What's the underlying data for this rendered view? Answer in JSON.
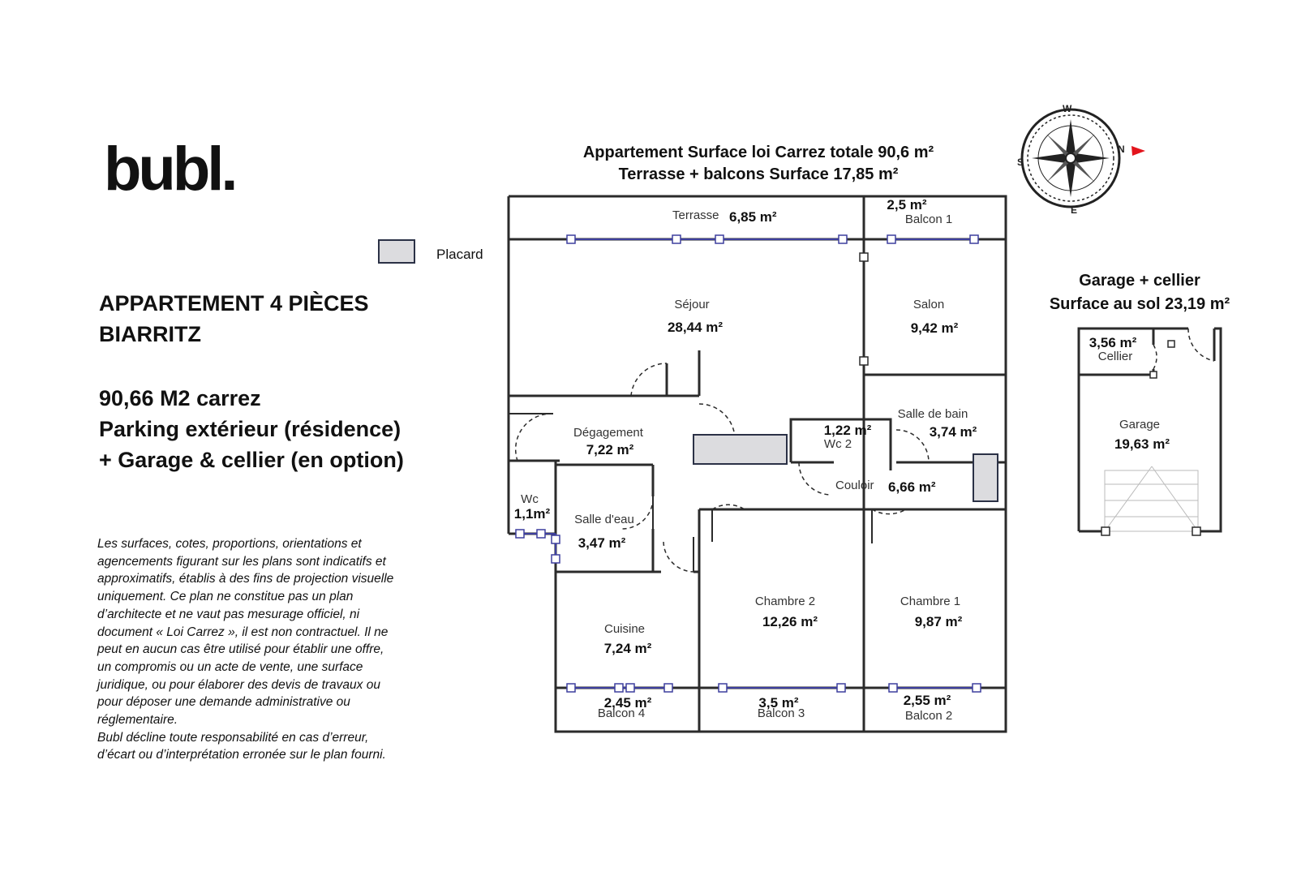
{
  "brand": {
    "logo": "bubl."
  },
  "legend": {
    "label": "Placard"
  },
  "listing": {
    "line1": "APPARTEMENT 4 PIÈCES",
    "line2": "BIARRITZ",
    "line3": "90,66 M2 carrez",
    "line4": "Parking extérieur (résidence)",
    "line5": "+ Garage & cellier (en option)"
  },
  "disclaimer": {
    "p1": "Les surfaces, cotes, proportions, orientations et agencements figurant sur les plans sont indicatifs et approximatifs, établis à des fins de projection visuelle uniquement.  Ce plan ne constitue pas un plan d’architecte et ne vaut pas mesurage officiel, ni document « Loi Carrez », il est non contractuel. Il ne peut en aucun cas être utilisé pour établir une offre, un compromis ou un acte de vente, une surface juridique, ou pour élaborer des devis de travaux ou pour déposer une demande administrative ou réglementaire.",
    "p2": "Bubl décline toute responsabilité en cas d’erreur, d’écart ou d’interprétation erronée sur le plan fourni."
  },
  "plan_title": {
    "line1": "Appartement Surface loi Carrez totale 90,6 m²",
    "line2": "Terrasse + balcons   Surface   17,85 m²"
  },
  "garage_title": {
    "line1": "Garage + cellier",
    "line2": "Surface au sol 23,19 m²"
  },
  "compass": {
    "n": "N",
    "s": "S",
    "e": "E",
    "w": "W"
  },
  "rooms": {
    "terrasse": {
      "name": "Terrasse",
      "area": "6,85 m²"
    },
    "balcon1": {
      "name": "Balcon 1",
      "area": "2,5 m²"
    },
    "sejour": {
      "name": "Séjour",
      "area": "28,44 m²"
    },
    "salon": {
      "name": "Salon",
      "area": "9,42 m²"
    },
    "degagement": {
      "name": "Dégagement",
      "area": "7,22 m²"
    },
    "wc2": {
      "name": "Wc 2",
      "area": "1,22 m²"
    },
    "salle_de_bain": {
      "name": "Salle de bain",
      "area": "3,74 m²"
    },
    "couloir": {
      "name": "Couloir",
      "area": "6,66 m²"
    },
    "wc": {
      "name": "Wc",
      "area": "1,1m²"
    },
    "salle_deau": {
      "name": "Salle d'eau",
      "area": "3,47 m²"
    },
    "cuisine": {
      "name": "Cuisine",
      "area": "7,24 m²"
    },
    "chambre2": {
      "name": "Chambre 2",
      "area": "12,26 m²"
    },
    "chambre1": {
      "name": "Chambre 1",
      "area": "9,87 m²"
    },
    "balcon4": {
      "name": "Balcon 4",
      "area": "2,45 m²"
    },
    "balcon3": {
      "name": "Balcon 3",
      "area": "3,5 m²"
    },
    "balcon2": {
      "name": "Balcon 2",
      "area": "2,55 m²"
    },
    "cellier": {
      "name": "Cellier",
      "area": "3,56 m²"
    },
    "garage": {
      "name": "Garage",
      "area": "19,63 m²"
    }
  },
  "colors": {
    "wall": "#2b2b2b",
    "window": "#3d3f9e",
    "closet_fill": "#dcdcdf",
    "closet_border": "#2b3146",
    "north_arrow": "#e3141c"
  }
}
